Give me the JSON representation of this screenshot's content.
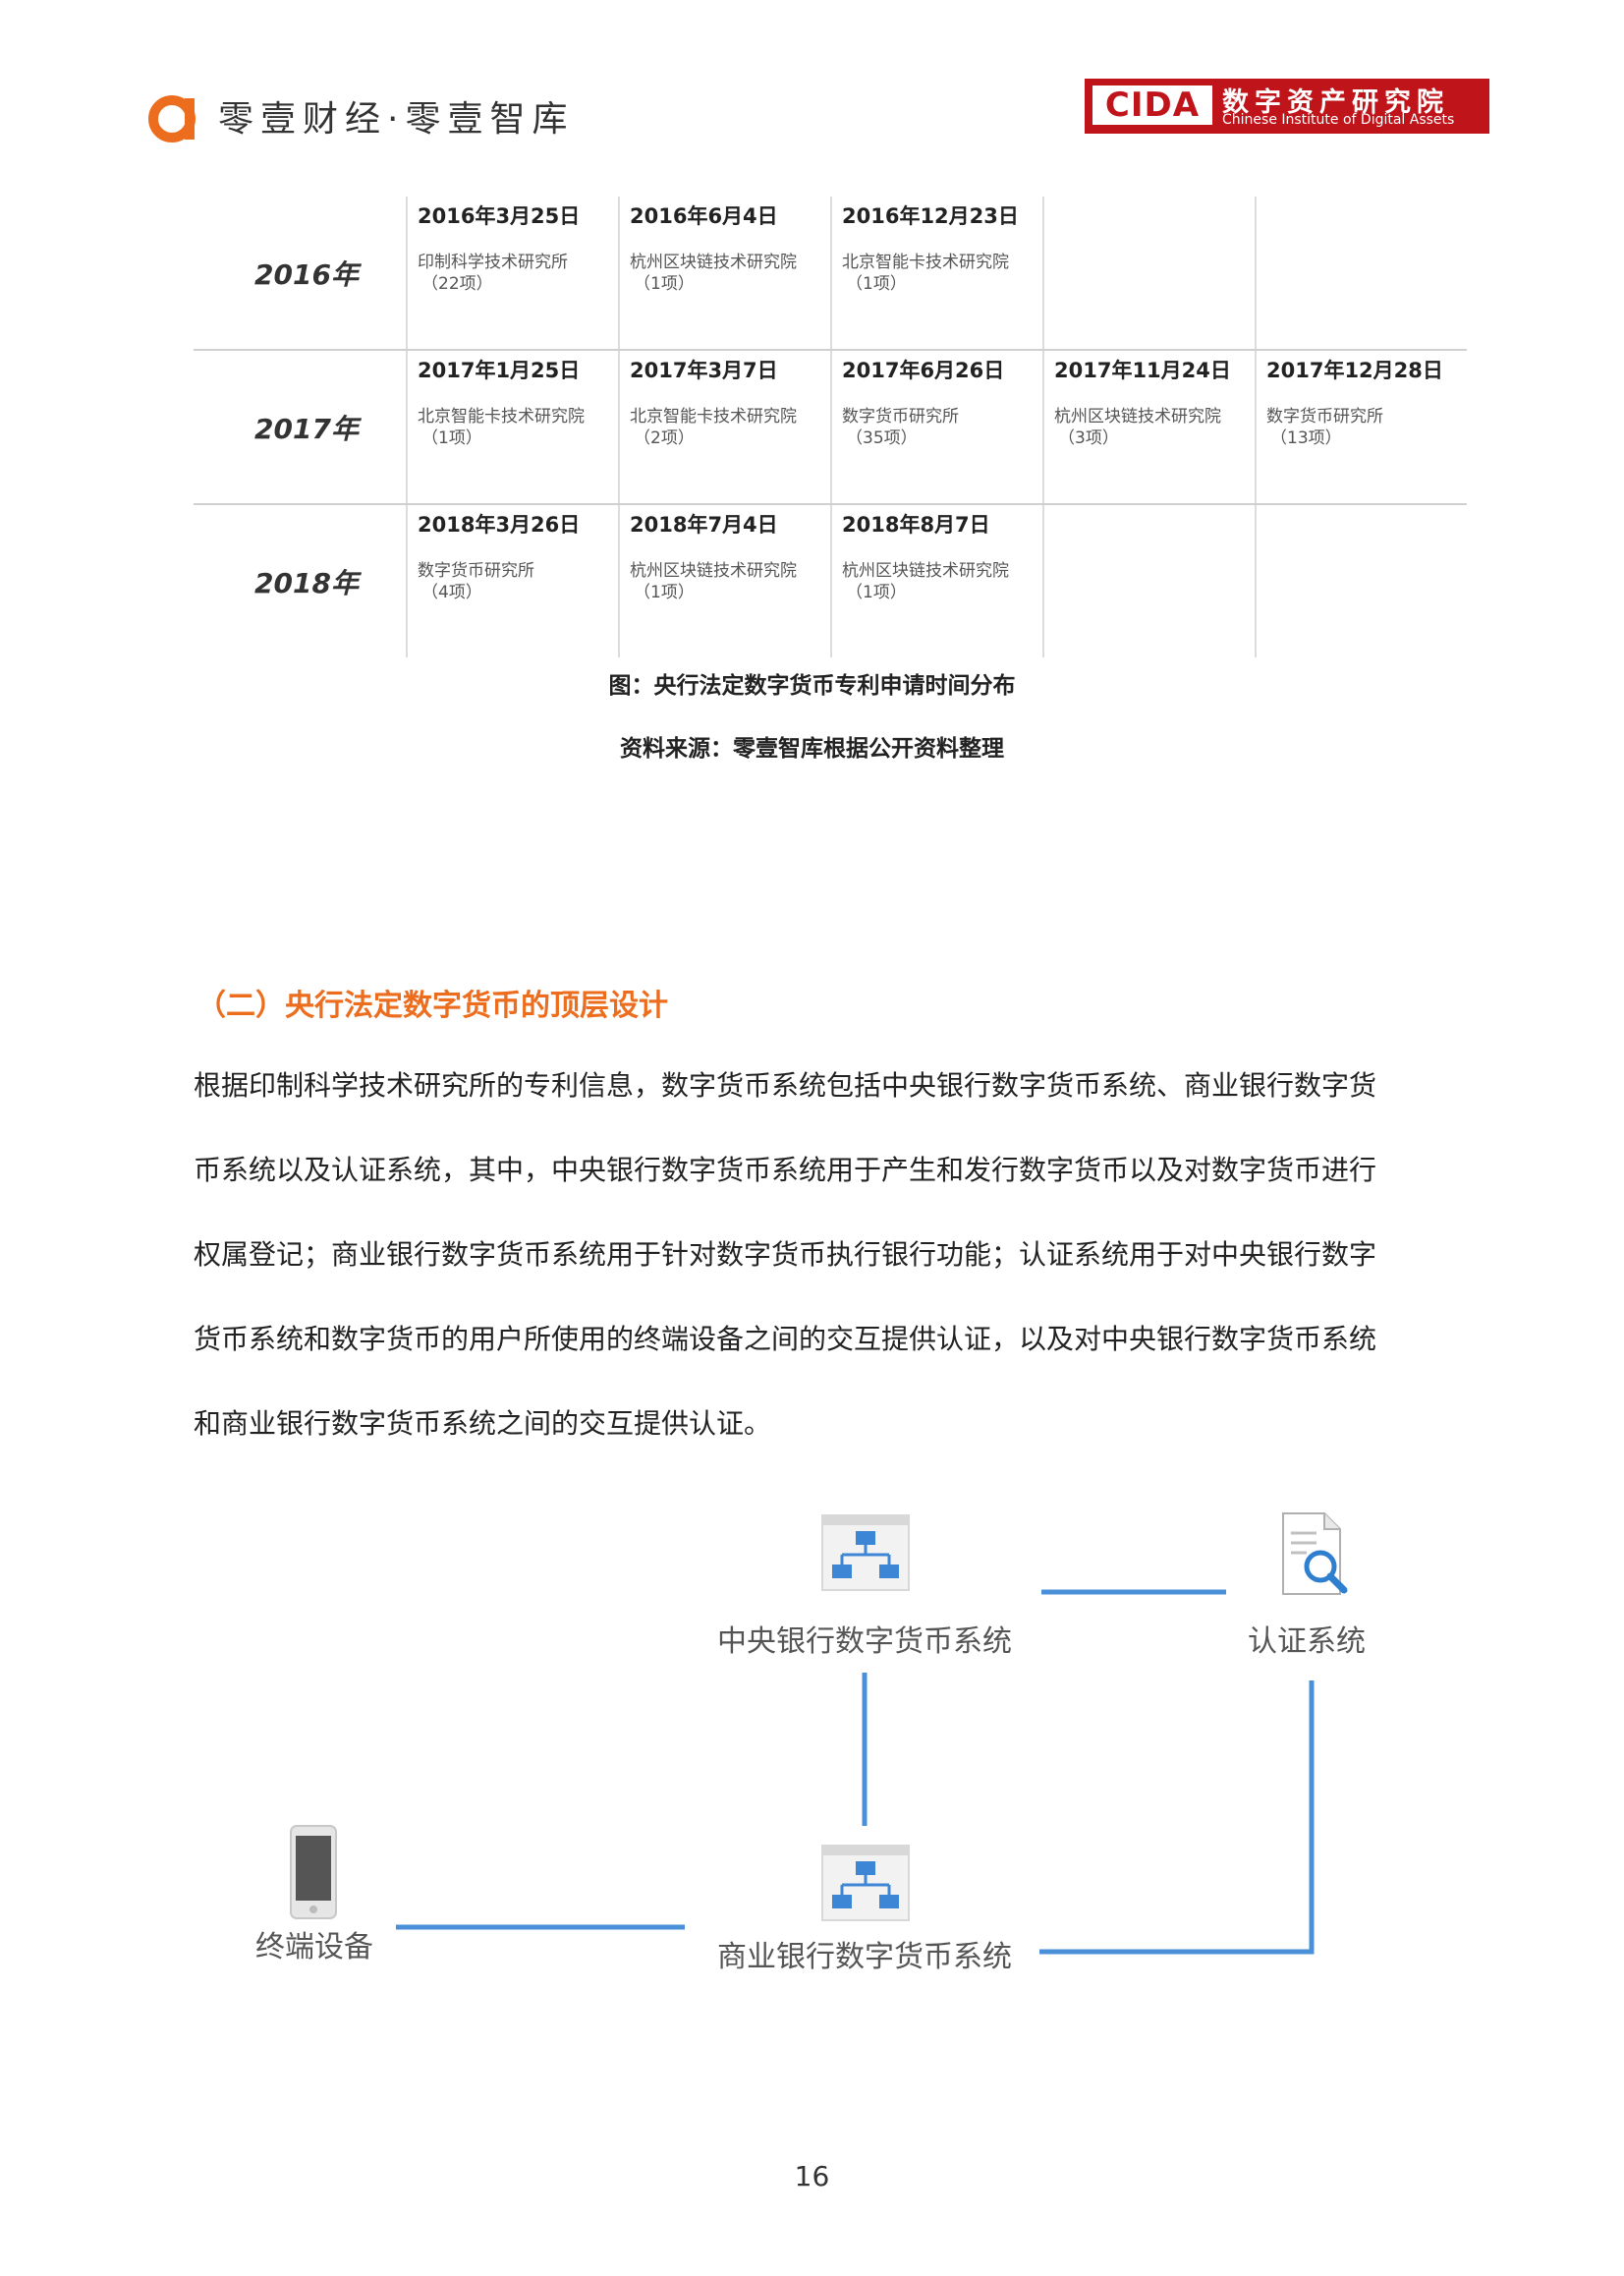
{
  "header": {
    "brand": "零壹财经·零壹智库",
    "cida_letters": "CIDA",
    "cida_cn": "数字资产研究院",
    "cida_en": "Chinese Institute of Digital Assets"
  },
  "timeline": {
    "rows": [
      {
        "year": "2016年",
        "entries": [
          {
            "date": "2016年3月25日",
            "org": "印制科学技术研究所",
            "count": "（22项）"
          },
          {
            "date": "2016年6月4日",
            "org": "杭州区块链技术研究院",
            "count": "（1项）"
          },
          {
            "date": "2016年12月23日",
            "org": "北京智能卡技术研究院",
            "count": "（1项）"
          }
        ]
      },
      {
        "year": "2017年",
        "entries": [
          {
            "date": "2017年1月25日",
            "org": "北京智能卡技术研究院",
            "count": "（1项）"
          },
          {
            "date": "2017年3月7日",
            "org": "北京智能卡技术研究院",
            "count": "（2项）"
          },
          {
            "date": "2017年6月26日",
            "org": "数字货币研究所",
            "count": "（35项）"
          },
          {
            "date": "2017年11月24日",
            "org": "杭州区块链技术研究院",
            "count": "（3项）"
          },
          {
            "date": "2017年12月28日",
            "org": "数字货币研究所",
            "count": "（13项）"
          }
        ]
      },
      {
        "year": "2018年",
        "entries": [
          {
            "date": "2018年3月26日",
            "org": "数字货币研究所",
            "count": "（4项）"
          },
          {
            "date": "2018年7月4日",
            "org": "杭州区块链技术研究院",
            "count": "（1项）"
          },
          {
            "date": "2018年8月7日",
            "org": "杭州区块链技术研究院",
            "count": "（1项）"
          }
        ]
      }
    ]
  },
  "figure_caption": "图：央行法定数字货币专利申请时间分布",
  "figure_source": "资料来源：零壹智库根据公开资料整理",
  "section_title": "（二）央行法定数字货币的顶层设计",
  "paragraph_lines": [
    "根据印制科学技术研究所的专利信息，数字货币系统包括中央银行数字货币系统、商业银行数字货",
    "币系统以及认证系统，其中，中央银行数字货币系统用于产生和发行数字货币以及对数字货币进行",
    "权属登记；商业银行数字货币系统用于针对数字货币执行银行功能；认证系统用于对中央银行数字",
    "货币系统和数字货币的用户所使用的终端设备之间的交互提供认证，以及对中央银行数字货币系统",
    "和商业银行数字货币系统之间的交互提供认证。"
  ],
  "diagram": {
    "central_bank": "中央银行数字货币系统",
    "auth": "认证系统",
    "terminal": "终端设备",
    "commercial_bank": "商业银行数字货币系统",
    "icons": [
      "hierarchy-icon",
      "search-document-icon",
      "smartphone-icon"
    ],
    "line_color": "#4a90d9"
  },
  "page_number": "16"
}
